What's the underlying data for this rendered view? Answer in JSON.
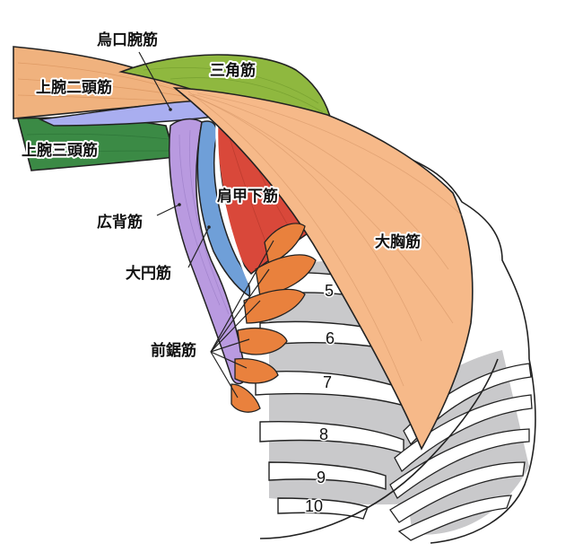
{
  "title": "肩・胸部の筋肉",
  "colors": {
    "pectoralis": "#f6b989",
    "biceps": "#f0b27e",
    "deltoid": "#8fb83f",
    "triceps": "#3b8a45",
    "coracobrachialis": "#a9aef0",
    "latissimus": "#b99ae0",
    "teres_major": "#6f9fd8",
    "subscapularis": "#d9483a",
    "serratus": "#e9813d",
    "rib_shadow": "#c9c9cb",
    "outline": "#222222"
  },
  "labels": {
    "coracobrachialis": "烏口腕筋",
    "deltoid": "三角筋",
    "biceps": "上腕二頭筋",
    "triceps": "上腕三頭筋",
    "subscapularis": "肩甲下筋",
    "latissimus": "広背筋",
    "teres_major": "大円筋",
    "pectoralis_major": "大胸筋",
    "serratus_anterior": "前鋸筋"
  },
  "ribs": [
    "5",
    "6",
    "7",
    "8",
    "9",
    "10"
  ]
}
